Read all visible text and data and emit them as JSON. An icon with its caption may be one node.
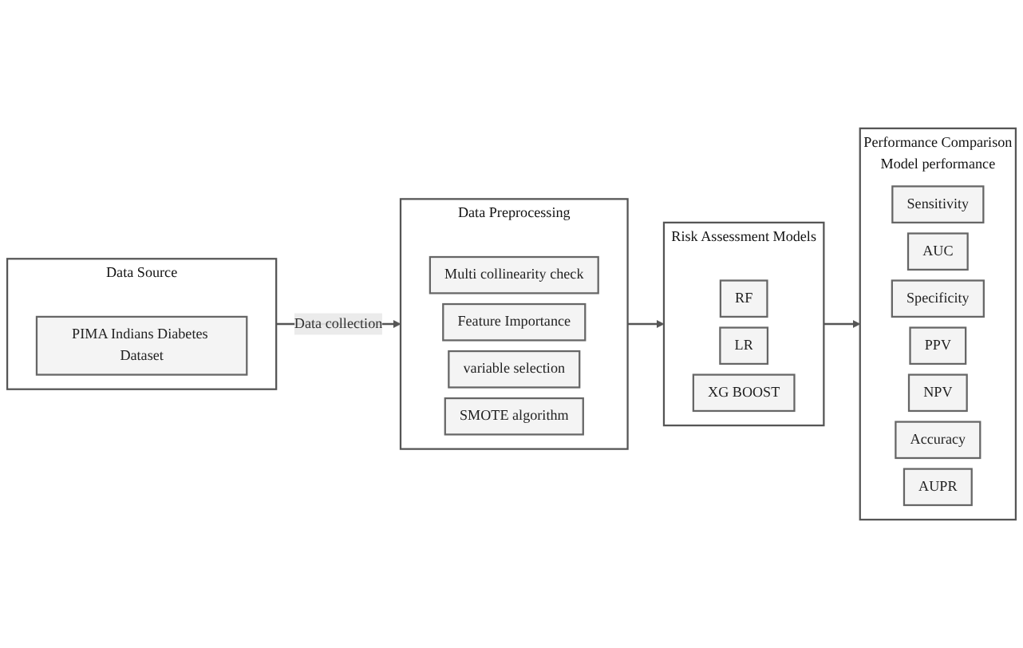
{
  "diagram": {
    "nodes": [
      {
        "text": [
          "Data Source"
        ]
      },
      {
        "text": [
          "PIMA Indians Diabetes Dataset"
        ],
        "in": 0
      },
      {
        "text": [
          "Data Preprocessing"
        ]
      },
      {
        "text": [
          "Multi collinearity check"
        ],
        "in": 2
      },
      {
        "text": [
          "Feature Importance"
        ],
        "in": 2
      },
      {
        "text": [
          "variable selection"
        ],
        "in": 2
      },
      {
        "text": [
          "SMOTE algorithm"
        ],
        "in": 2
      },
      {
        "text": [
          "Risk Assessment Models"
        ]
      },
      {
        "text": [
          "RF"
        ],
        "in": 7
      },
      {
        "text": [
          "LR"
        ],
        "in": 7
      },
      {
        "text": [
          "XG BOOST"
        ],
        "in": 7
      },
      {
        "text": [
          "Performance Comparison",
          "Model performance"
        ]
      },
      {
        "text": [
          "Sensitivity"
        ],
        "in": 11
      },
      {
        "text": [
          "AUC"
        ],
        "in": 11
      },
      {
        "text": [
          "Specificity"
        ],
        "in": 11
      },
      {
        "text": [
          "PPV"
        ],
        "in": 11
      },
      {
        "text": [
          "NPV"
        ],
        "in": 11
      },
      {
        "text": [
          "Accuracy"
        ],
        "in": 11
      },
      {
        "text": [
          "AUPR"
        ],
        "in": 11
      }
    ],
    "edges": [
      {
        "from": 0,
        "to": 2,
        "arrow": "to",
        "label": "Data collection"
      },
      {
        "from": 2,
        "to": 7,
        "arrow": "to"
      },
      {
        "from": 7,
        "to": 11,
        "arrow": "to"
      }
    ]
  }
}
